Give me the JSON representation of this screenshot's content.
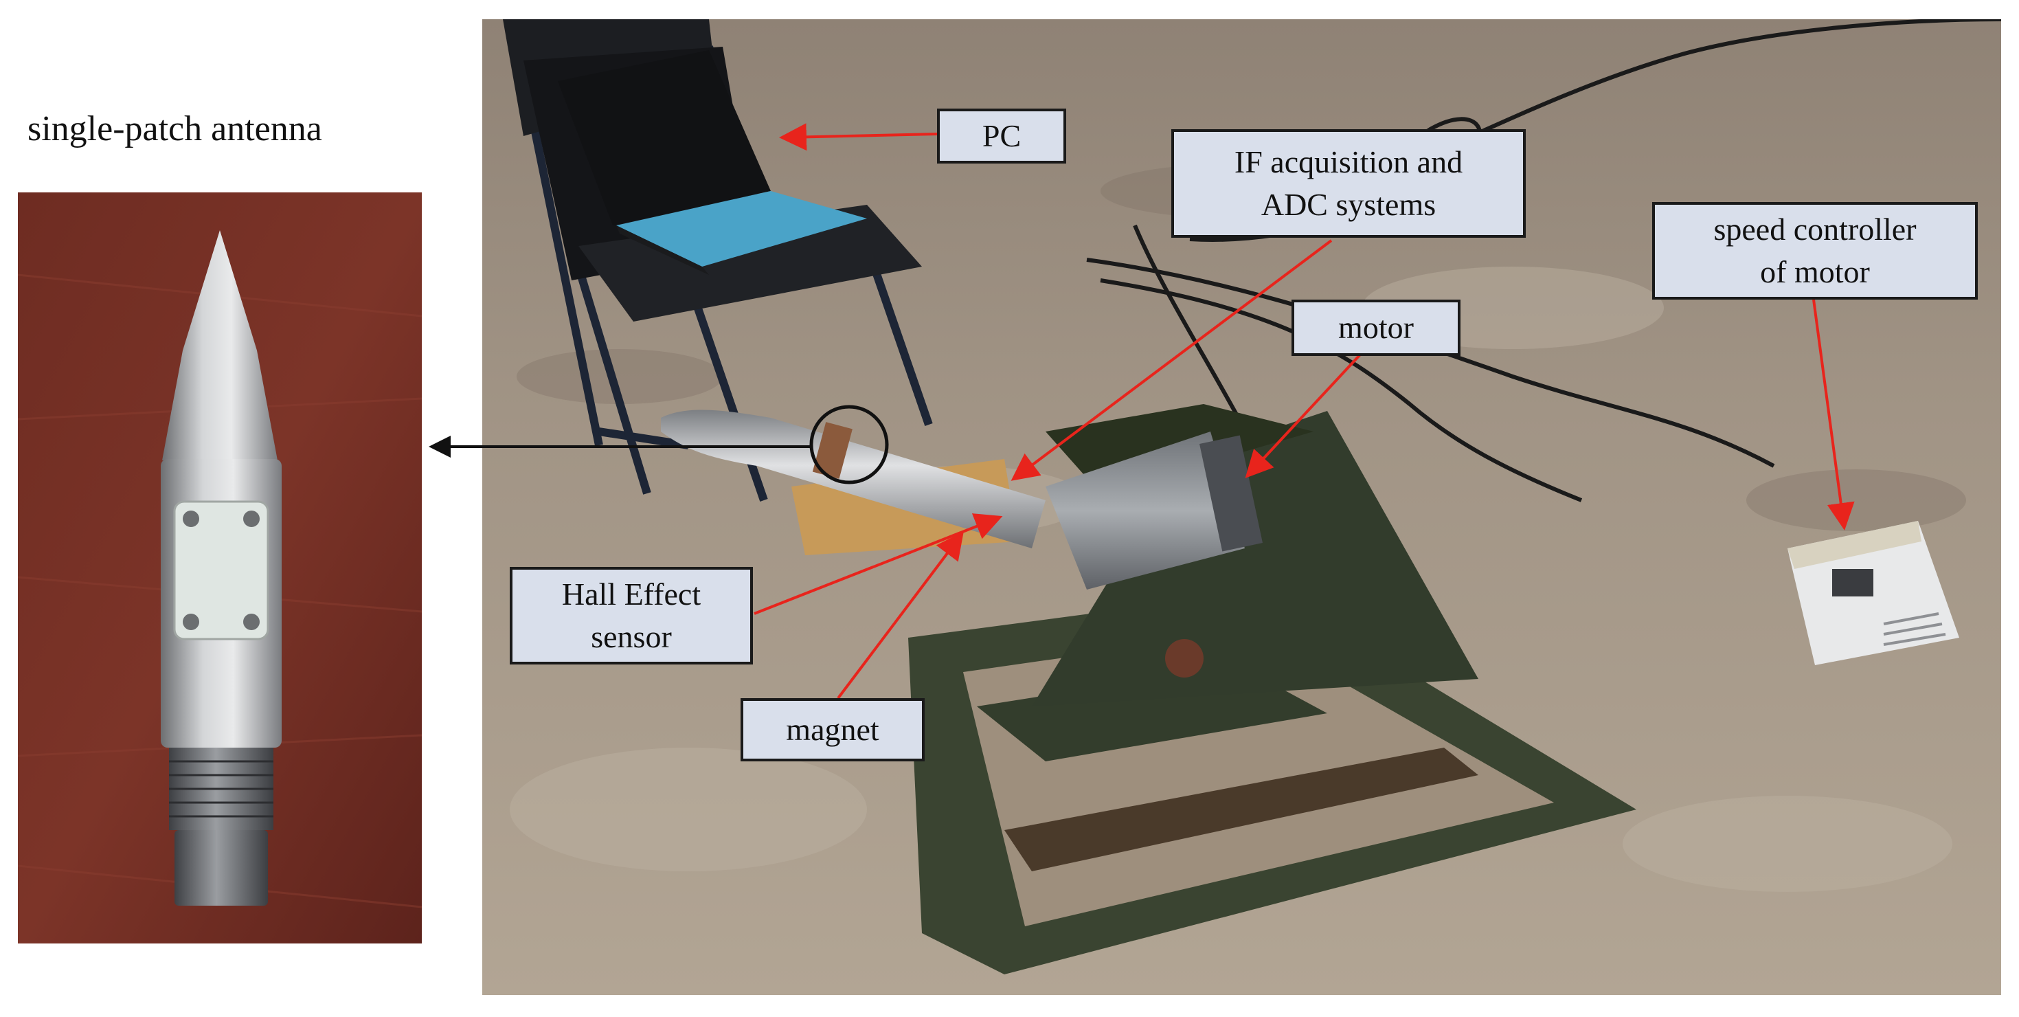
{
  "inset": {
    "title": "single-patch antenna"
  },
  "callouts": {
    "pc": [
      "PC"
    ],
    "if_acquisition": [
      "IF acquisition and",
      "ADC systems"
    ],
    "motor": [
      "motor"
    ],
    "speed_controller": [
      "speed controller",
      "of motor"
    ],
    "hall_effect": [
      "Hall Effect",
      "sensor"
    ],
    "magnet": [
      "magnet"
    ]
  },
  "colors": {
    "callout_fill": "#d9dfeb",
    "leader_red": "#e8241c",
    "leader_black": "#111111"
  }
}
